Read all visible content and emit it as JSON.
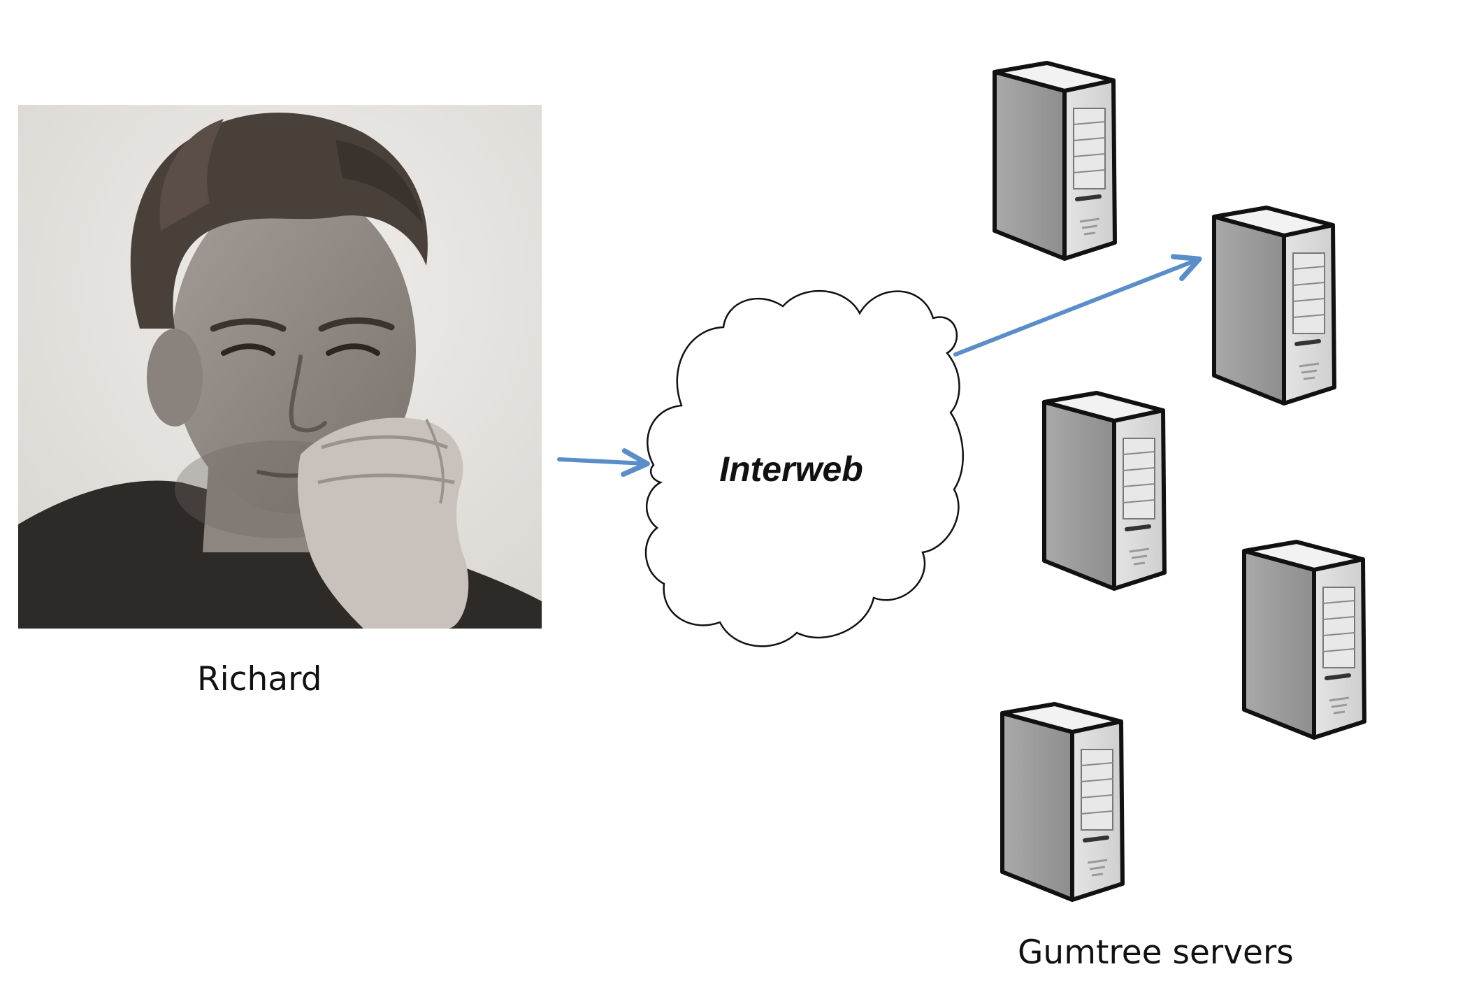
{
  "person": {
    "name": "Richard",
    "photo_icon": "portrait-photo-icon"
  },
  "cloud": {
    "label": "Interweb",
    "icon": "cloud-icon"
  },
  "servers": {
    "caption": "Gumtree servers",
    "icon": "server-tower-icon",
    "count": 5
  },
  "colors": {
    "arrow": "#5b8ec9",
    "server_body": "#d6d6d6",
    "server_outline": "#111111"
  }
}
